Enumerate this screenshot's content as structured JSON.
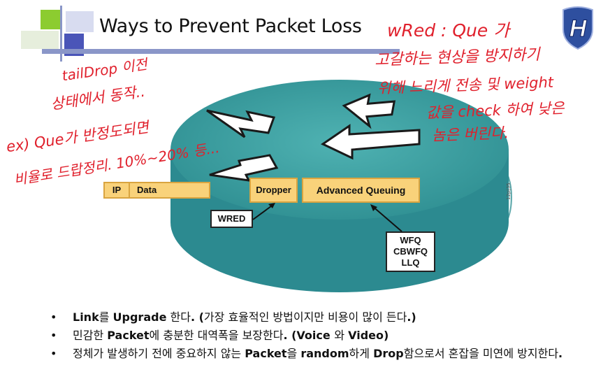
{
  "title": "Ways to Prevent Packet Loss",
  "logo": {
    "letter": "H",
    "color": "#2e4f9f"
  },
  "diagram": {
    "ip_label": "IP",
    "data_label": "Data",
    "dropper_label": "Dropper",
    "queuing_label": "Advanced Queuing",
    "wred_label": "WRED",
    "queue_types": [
      "WFQ",
      "CBWFQ",
      "LLQ"
    ],
    "figure_id": "12p|35"
  },
  "bullets": [
    {
      "parts": [
        {
          "b": "Link"
        },
        {
          "t": "를 "
        },
        {
          "b": "Upgrade"
        },
        {
          "t": " 한다"
        },
        {
          "b": ". ("
        },
        {
          "t": "가장 효율적인 방법이지만 비용이 많이 든다"
        },
        {
          "b": ".)"
        }
      ]
    },
    {
      "parts": [
        {
          "t": "민감한 "
        },
        {
          "b": "Packet"
        },
        {
          "t": "에 충분한 대역폭을 보장한다"
        },
        {
          "b": ". (Voice "
        },
        {
          "t": "와 "
        },
        {
          "b": "Video)"
        }
      ]
    },
    {
      "parts": [
        {
          "t": "정체가 발생하기 전에 중요하지 않는 "
        },
        {
          "b": "Packet"
        },
        {
          "t": "을 "
        },
        {
          "b": "random"
        },
        {
          "t": "하게 "
        },
        {
          "b": "Drop"
        },
        {
          "t": "함으로서 혼잡을 미연에 방지한다"
        },
        {
          "b": "."
        }
      ]
    }
  ],
  "annotations": {
    "right_1": "wRed : Que 가",
    "right_2": "고갈하는 현상을 방지하기",
    "right_3": "위해 느리게 전송 및 weight",
    "right_4": "값을 check 하여 낮은",
    "right_5": "놈은 버린다.",
    "left_1": "tailDrop 이전",
    "left_2": "상태에서 동작..",
    "left_3": "ex) Que가 반정도되면",
    "left_4": "비율로 드랍정리. 10%~20% 등..."
  },
  "colors": {
    "accent_red": "#e0202c",
    "router_top": "#3f9fa0",
    "router_side": "#267a80",
    "rule": "#8a96c8",
    "yellow": "#f9d27a"
  }
}
